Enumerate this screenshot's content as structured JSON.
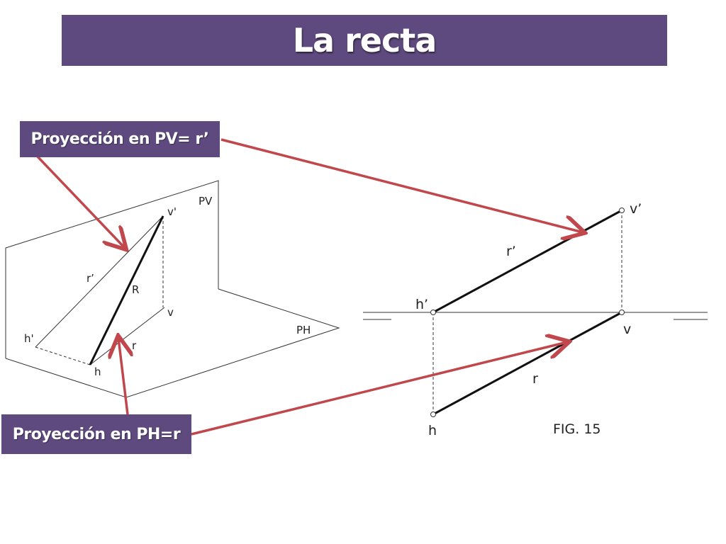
{
  "title": "La recta",
  "callouts": {
    "pv_projection": "Proyección en PV= r’",
    "ph_projection": "Proyección en PH=r"
  },
  "left_figure": {
    "plane_vertical": "PV",
    "plane_horizontal": "PH",
    "line": "R",
    "vertical_projection": "r’",
    "horizontal_projection": "r",
    "point_h_prime": "h'",
    "point_h": "h",
    "point_v_prime": "v'",
    "point_v": "v"
  },
  "right_figure": {
    "point_v_prime": "v’",
    "point_h_prime": "h’",
    "vertical_projection": "r’",
    "horizontal_projection": "r",
    "point_v": "v",
    "point_h": "h",
    "caption": "FIG. 15"
  },
  "colors": {
    "title_bg": "#5e4a7e",
    "arrow": "#c0474b",
    "line": "#111111"
  }
}
